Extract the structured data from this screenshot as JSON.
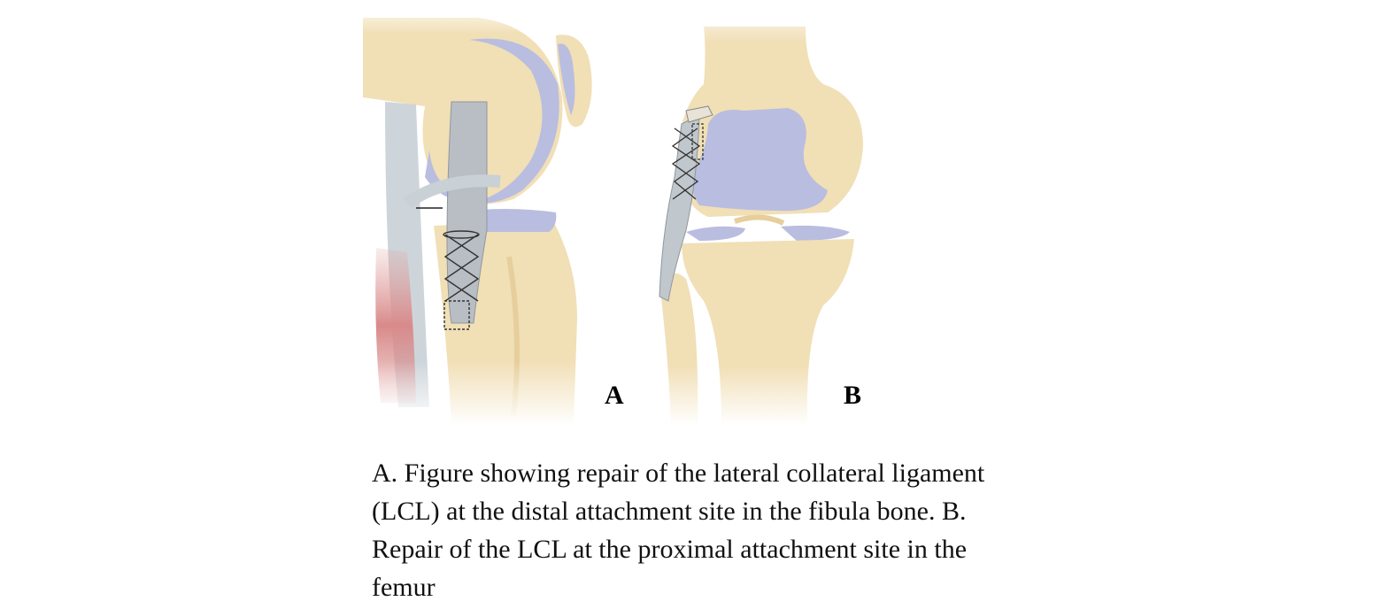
{
  "figure": {
    "panel_labels": {
      "a": "A",
      "b": "B"
    },
    "colors": {
      "bone": "#f1dfb6",
      "cartilage": "#b9bde0",
      "ligament": "#c9d0d6",
      "muscle": "#d98a8a"
    }
  },
  "caption": {
    "lines": [
      "A. Figure showing repair of the lateral collateral ligament",
      "(LCL) at the distal attachment site in the fibula bone. B.",
      "Repair of the LCL at the proximal attachment site in the",
      "femur"
    ]
  }
}
